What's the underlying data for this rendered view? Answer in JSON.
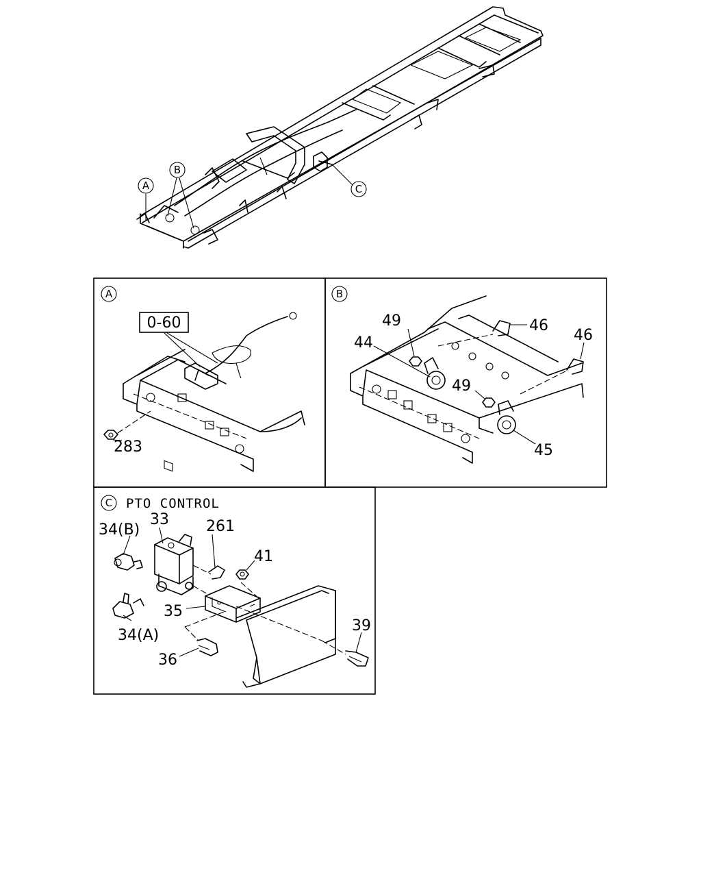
{
  "overview": {
    "callouts": [
      "A",
      "B",
      "C"
    ]
  },
  "panel_a": {
    "marker": "A",
    "ref_box": "0-60",
    "labels": [
      "283"
    ]
  },
  "panel_b": {
    "marker": "B",
    "labels": [
      "49",
      "46",
      "46",
      "44",
      "49",
      "45"
    ]
  },
  "panel_c": {
    "marker": "C",
    "title": "PTO CONTROL",
    "labels": [
      "33",
      "261",
      "34(B)",
      "41",
      "35",
      "34(A)",
      "39",
      "36"
    ]
  }
}
